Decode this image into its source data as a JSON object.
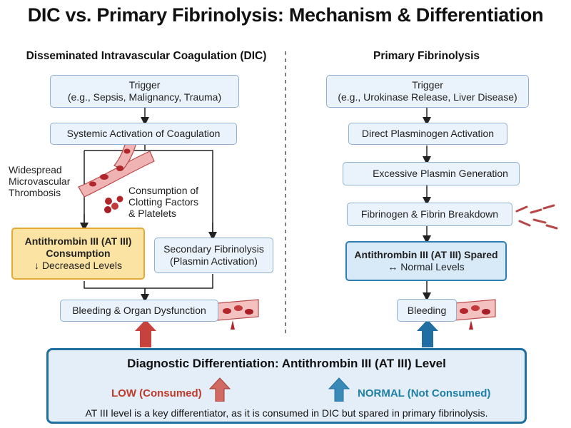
{
  "title": "DIC vs. Primary Fibrinolysis: Mechanism & Differentiation",
  "dic": {
    "heading": "Disseminated Intravascular Coagulation (DIC)",
    "trigger_line1": "Trigger",
    "trigger_line2": "(e.g., Sepsis, Malignancy, Trauma)",
    "systemic": "Systemic Activation of Coagulation",
    "microvascular_label": "Widespread\nMicrovascular\nThrombosis",
    "consumption_label": "Consumption of\nClotting Factors\n& Platelets",
    "at3_line1": "Antithrombin III (AT III)",
    "at3_line2": "Consumption",
    "at3_line3": "↓ Decreased Levels",
    "secondary_line1": "Secondary Fibrinolysis",
    "secondary_line2": "(Plasmin Activation)",
    "outcome": "Bleeding & Organ Dysfunction"
  },
  "primary": {
    "heading": "Primary Fibrinolysis",
    "trigger_line1": "Trigger",
    "trigger_line2": "(e.g., Urokinase Release, Liver Disease)",
    "direct": "Direct Plasminogen Activation",
    "excessive": "Excessive Plasmin Generation",
    "breakdown": "Fibrinogen & Fibrin Breakdown",
    "at3_line1": "Antithrombin III (AT III) Spared",
    "at3_line2": "↔ Normal Levels",
    "outcome": "Bleeding"
  },
  "diagnostic": {
    "title": "Diagnostic Differentiation: Antithrombin III (AT III) Level",
    "low": "LOW (Consumed)",
    "normal": "NORMAL (Not Consumed)",
    "note": "AT III level is a key differentiator, as it is consumed in DIC but spared in primary fibrinolysis."
  },
  "colors": {
    "low_arrow": "#c0392b",
    "normal_arrow": "#1f6fa5",
    "yellow_box": "#fbe3a4",
    "blue_box": "#d8e9f8"
  }
}
